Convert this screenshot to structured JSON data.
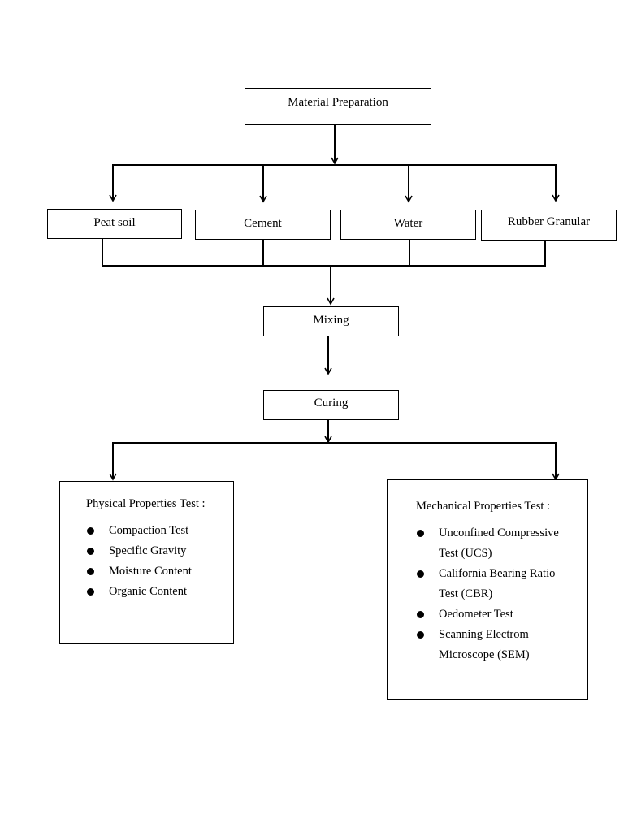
{
  "diagram": {
    "root": {
      "label": "Material Preparation"
    },
    "materials": [
      {
        "label": "Peat soil"
      },
      {
        "label": "Cement"
      },
      {
        "label": "Water"
      },
      {
        "label": "Rubber Granular"
      }
    ],
    "mixing": {
      "label": "Mixing"
    },
    "curing": {
      "label": "Curing"
    },
    "physical": {
      "title": "Physical Properties Test :",
      "items": [
        "Compaction Test",
        "Specific Gravity",
        "Moisture Content",
        "Organic Content"
      ]
    },
    "mechanical": {
      "title": "Mechanical Properties Test  :",
      "items": [
        "Unconfined Compressive Test (UCS)",
        "California Bearing Ratio Test (CBR)",
        "Oedometer Test",
        "Scanning Electrom Microscope (SEM)"
      ]
    }
  }
}
